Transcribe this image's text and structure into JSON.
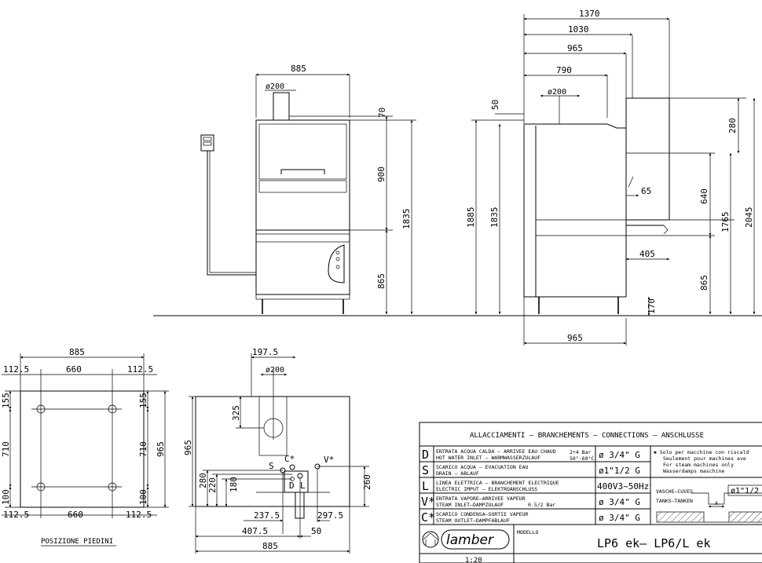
{
  "front_view": {
    "width": "885",
    "flue_diameter": "ø200",
    "flue_height": "70",
    "hood_height": "900",
    "total_height": "1835",
    "base_height": "865"
  },
  "side_view": {
    "dim_1370": "1370",
    "dim_1030": "1030",
    "dim_965": "965",
    "dim_790": "790",
    "flue_diameter": "ø200",
    "dim_50": "50",
    "dim_1885": "1885",
    "dim_1835": "1835",
    "dim_280": "280",
    "dim_640": "640",
    "dim_65": "65",
    "dim_1765": "1765",
    "dim_2045": "2045",
    "dim_405": "405",
    "dim_865": "865",
    "dim_170": "170",
    "bottom_width": "965"
  },
  "feet_plan": {
    "total_width": "885",
    "left_offset": "112.5",
    "spacing": "660",
    "right_offset": "112.5",
    "top_offset": "155",
    "top_offset_right": "155",
    "left_depth": "710",
    "right_depth": "710",
    "total_depth": "965",
    "bottom_offset": "100",
    "bottom_offset_right": "100",
    "bottom_left_offset": "112.5",
    "bottom_spacing": "660",
    "bottom_right_offset": "112.5",
    "caption": "POSIZIONE PIEDINI"
  },
  "top_plan": {
    "flue_offset": "197.5",
    "flue_diameter": "ø200",
    "flue_depth": "325",
    "total_depth": "965",
    "label_s": "S",
    "label_c": "C*",
    "label_v": "V*",
    "label_d": "D",
    "label_l": "L",
    "dim_280": "280",
    "dim_220": "220",
    "dim_180": "180",
    "dim_260": "260",
    "dim_237": "237.5",
    "dim_297": "297.5",
    "dim_407": "407.5",
    "dim_50": "50",
    "total_width": "885"
  },
  "connections": {
    "title": "ALLACCIAMENTI – BRANCHEMENTS – CONNECTIONS – ANSCHLUSSE",
    "rows": [
      {
        "code": "D",
        "line1": "ENTRATA ACQUA CALDA – ARRIVEE EAU CHAUD",
        "line2": "HOT WATER INLET – WARMWASSERZULAUF",
        "note1": "2÷4 Bar",
        "note2": "50°-60°C",
        "size": "ø 3/4\" G"
      },
      {
        "code": "S",
        "line1": "SCARICO ACQUA – EVACUATION EAU",
        "line2": "DRAIN – ABLAUF",
        "note1": "",
        "note2": "",
        "size": "ø1\"1/2 G"
      },
      {
        "code": "L",
        "line1": "LINEA ELETTRICA – BRANCHEMENT ELECTRIQUE",
        "line2": "ELECTRIC IMPUT – ELEKTROANSCHLUSS",
        "note1": "",
        "note2": "",
        "size": "400V3~50Hz"
      },
      {
        "code": "V*",
        "line1": "ENTRATA VAPORE–ARRIVEE VAPEUR",
        "line2": "STEAM INLET–DAMPZULAUF",
        "note1": "0.5/2 Bar",
        "note2": "",
        "size": "ø 3/4\" G"
      },
      {
        "code": "C*",
        "line1": "SCARICO CONDENSA–SORTIE VAPEUR",
        "line2": "STEAM OUTLET–DAMPFABLAUF",
        "note1": "",
        "note2": "",
        "size": "ø 3/4\" G"
      }
    ],
    "note_lines": [
      "✱ Solo per macchine con riscald",
      "Seulement pour machines ave",
      "For steam machines only",
      "Wasserdamps maschine"
    ],
    "tanks_label_1": "VASCHE–CUVES",
    "tanks_label_2": "TANKS–TANKEN",
    "tank_dim_a": "A",
    "tank_size": "ø1\"1/2",
    "brand": "lamber",
    "model_label": "MODELLO",
    "model": "LP6 ek– LP6/L ek",
    "scale_value": "1:20"
  }
}
